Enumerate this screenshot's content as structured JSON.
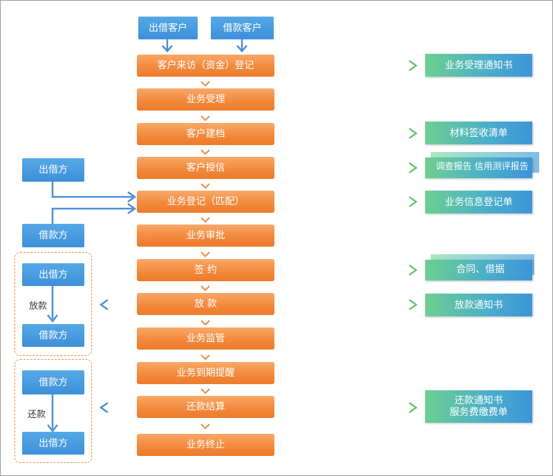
{
  "top_parties": {
    "lender": "出借客户",
    "borrower": "借款客户"
  },
  "steps": [
    "客户来访（资金）登记",
    "业务受理",
    "客户建档",
    "客户授信",
    "业务登记（匹配）",
    "业务审批",
    "签 约",
    "放 款",
    "业务监管",
    "业务到期提醒",
    "还款结算",
    "业务终止"
  ],
  "documents": {
    "notice": "业务受理通知书",
    "materials": "材料签收清单",
    "reports": "调查报告 信用测评报告",
    "register": "业务信息登记单",
    "contract": "合同、借据",
    "loan_notice": "放款通知书",
    "repay_line1": "还款通知书",
    "repay_line2": "服务费缴费单"
  },
  "left": {
    "lender": "出借方",
    "borrower": "借款方",
    "loan_group": {
      "from": "出借方",
      "label": "放款",
      "to": "借款方"
    },
    "repay_group": {
      "from": "借款方",
      "label": "还款",
      "to": "出借方"
    }
  },
  "colors": {
    "step_orange": "#f28a3d",
    "party_blue": "#3d8fd8",
    "connector_blue": "#4a8fd6",
    "doc_green": "#6dcf8f",
    "arrow_green": "#6cc46e",
    "dashed_orange": "#f08a3e"
  }
}
